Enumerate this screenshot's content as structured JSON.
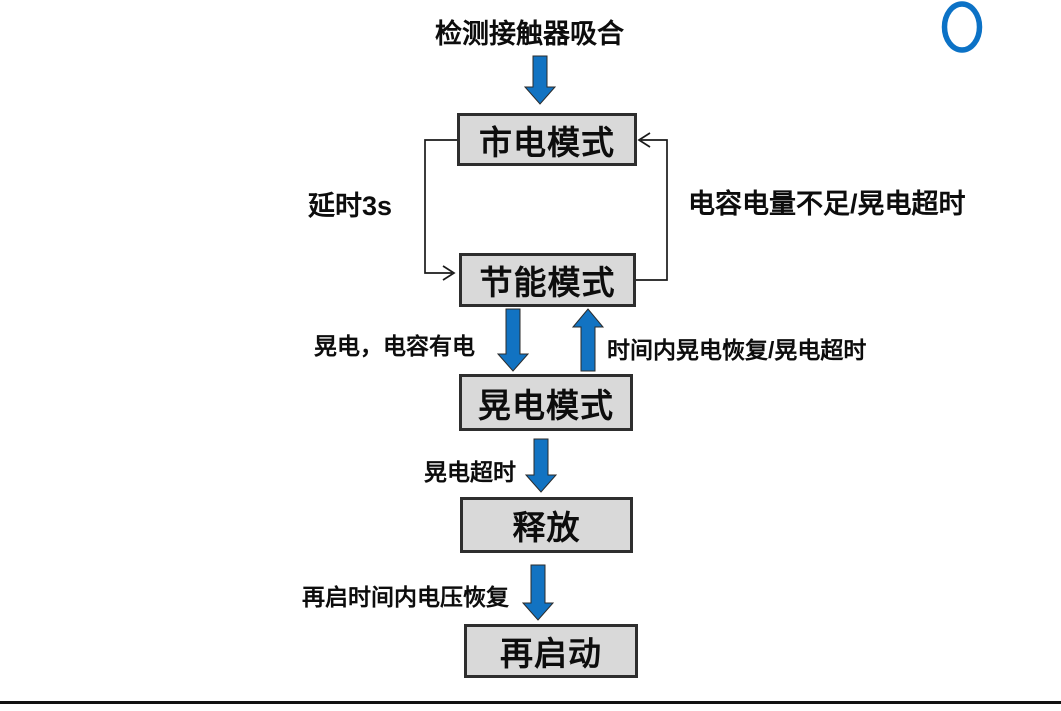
{
  "diagram": {
    "title": "检测接触器吸合",
    "nodes": [
      {
        "id": "mains-mode",
        "label": "市电模式"
      },
      {
        "id": "energy-saving-mode",
        "label": "节能模式"
      },
      {
        "id": "flicker-mode",
        "label": "晃电模式"
      },
      {
        "id": "release",
        "label": "释放"
      },
      {
        "id": "restart",
        "label": "再启动"
      }
    ],
    "edge_labels": {
      "delay_3s": "延时3s",
      "cap_insufficient": "电容电量不足/晃电超时",
      "flicker_cap_charged": "晃电，电容有电",
      "recovery_within_time": "时间内晃电恢复/晃电超时",
      "flicker_timeout": "晃电超时",
      "voltage_recovery": "再启时间内电压恢复"
    },
    "annotation": {
      "shape": "ellipse-outline",
      "glyph": "O",
      "color": "#0C72C6"
    },
    "colors": {
      "arrow_blue": "#1273C2",
      "box_fill": "#D9D9D9",
      "box_border": "#2E2E2E",
      "connector": "#1A1A1A",
      "text": "#0D0D0D"
    }
  }
}
